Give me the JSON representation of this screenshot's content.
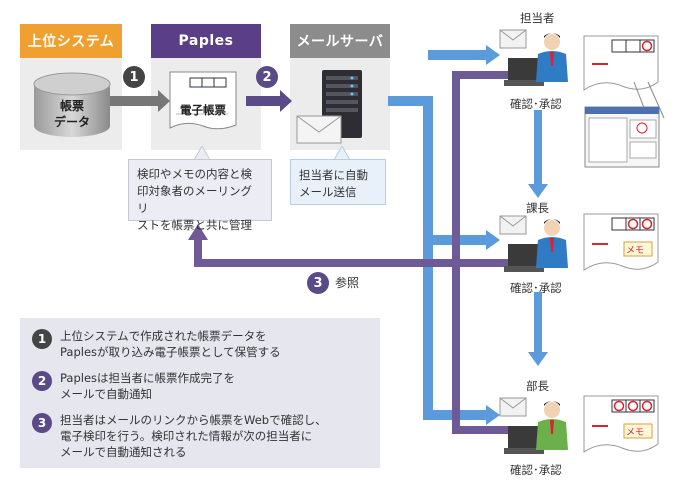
{
  "headers": {
    "upper_system": "上位システム",
    "paples": "Paples",
    "mail_server": "メールサーバ"
  },
  "db_label": [
    "帳票",
    "データ"
  ],
  "doc_label": "電子帳票",
  "steps": {
    "s1": "1",
    "s2": "2",
    "s3": "3"
  },
  "callout_paples": [
    "検印やメモの内容と検",
    "印対象者のメーリングリ",
    "ストを帳票と共に管理"
  ],
  "callout_mail": [
    "担当者に自動",
    "メール送信"
  ],
  "refer_label": "参照",
  "roles": [
    {
      "title": "担当者",
      "action": "確認･承認"
    },
    {
      "title": "課長",
      "action": "確認･承認"
    },
    {
      "title": "部長",
      "action": "確認･承認"
    }
  ],
  "memo_label": "メモ",
  "legend": [
    {
      "num": "1",
      "lines": [
        "上位システムで作成された帳票データを",
        "Paplesが取り込み電子帳票として保管する"
      ]
    },
    {
      "num": "2",
      "lines": [
        "Paplesは担当者に帳票作成完了を",
        "メールで自動通知"
      ]
    },
    {
      "num": "3",
      "lines": [
        "担当者はメールのリンクから帳票をWebで確認し、",
        "電子検印を行う。検印された情報が次の担当者に",
        "メールで自動通知される"
      ]
    }
  ],
  "colors": {
    "orange": "#f0a030",
    "purple": "#5a3f86",
    "gray_header": "#8c8c8c",
    "blue_arrow": "#5b9bdc",
    "purple_arrow": "#6e5a96",
    "step_dark": "#444444",
    "step_purple": "#5a4a88"
  }
}
